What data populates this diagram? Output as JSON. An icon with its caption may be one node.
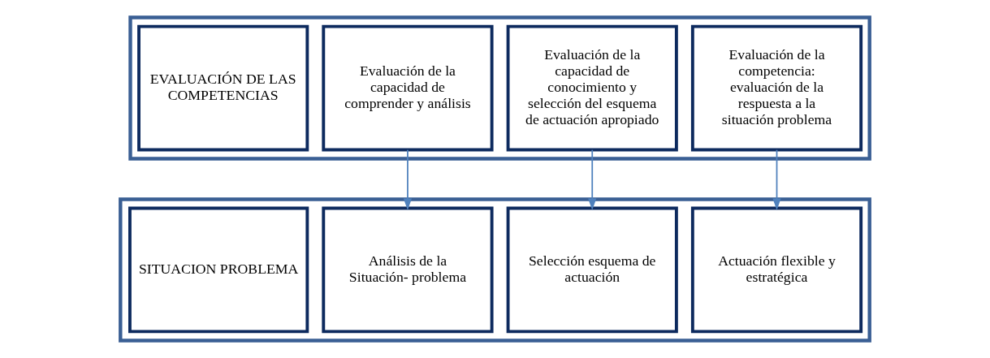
{
  "diagram": {
    "nodes": [
      {
        "text": [],
        "shape": "box"
      },
      {
        "text": [
          "EVALUACIÓN DE LAS COMPETENCIAS"
        ],
        "in": 0
      },
      {
        "text": [
          "Evaluación de la capacidad de comprender y análisis"
        ],
        "in": 0
      },
      {
        "text": [
          "Evaluación de la capacidad de conocimiento y selección del esquema de actuación apropiado"
        ],
        "in": 0
      },
      {
        "text": [
          "Evaluación de la competencia: evaluación de la respuesta a la situación problema"
        ],
        "in": 0
      },
      {
        "text": [],
        "shape": "box"
      },
      {
        "text": [
          "SITUACION PROBLEMA"
        ],
        "in": 5
      },
      {
        "text": [
          "Análisis de la Situación- problema"
        ],
        "in": 5
      },
      {
        "text": [
          "Selección esquema de actuación"
        ],
        "in": 5
      },
      {
        "text": [
          "Actuación flexible y estratégica"
        ],
        "in": 5
      }
    ],
    "edges": [
      {
        "from": 2,
        "to": 7,
        "arrow": "to"
      },
      {
        "from": 3,
        "to": 8,
        "arrow": "to"
      },
      {
        "from": 4,
        "to": 9,
        "arrow": "to"
      }
    ]
  }
}
